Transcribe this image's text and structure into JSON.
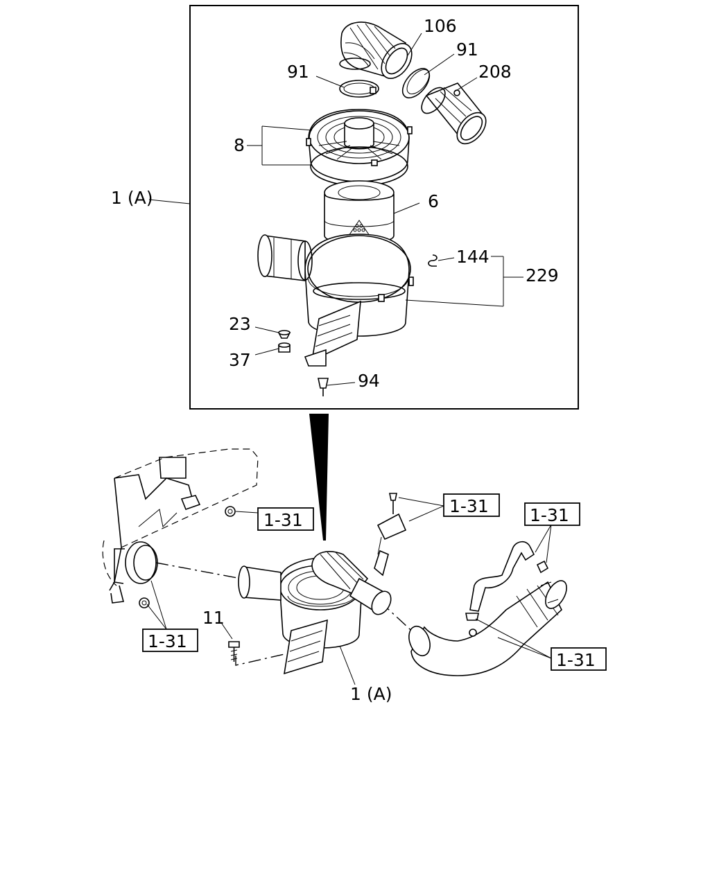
{
  "callouts": {
    "c106": "106",
    "c91a": "91",
    "c91b": "91",
    "c208": "208",
    "c8": "8",
    "c1a_top": "1 (A)",
    "c6": "6",
    "c144": "144",
    "c229": "229",
    "c23": "23",
    "c37": "37",
    "c94": "94",
    "c11": "11",
    "c1a_bottom": "1 (A)"
  },
  "refs": {
    "ref1": "1-31",
    "ref2": "1-31",
    "ref3": "1-31",
    "ref4": "1-31",
    "ref5": "1-31"
  }
}
